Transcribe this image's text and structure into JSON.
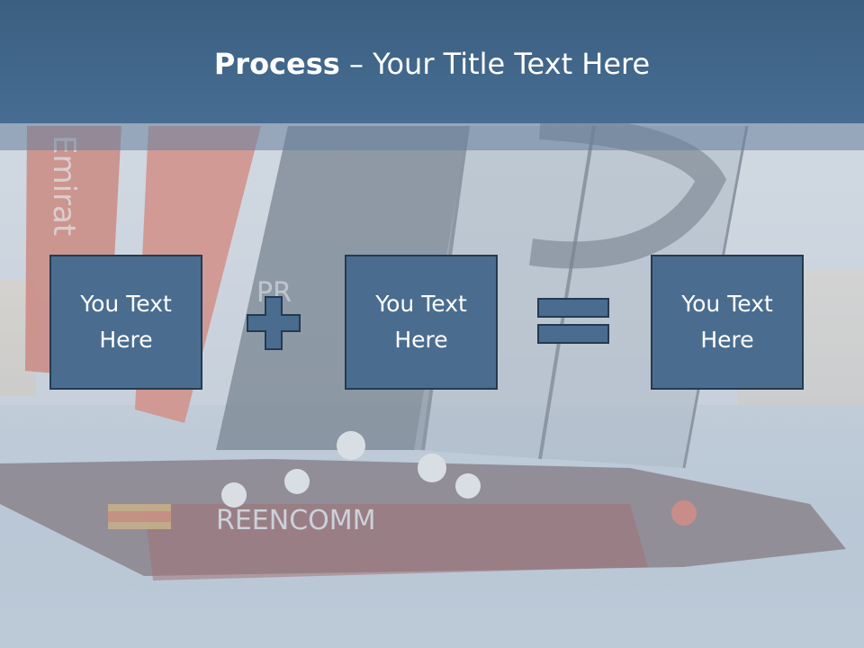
{
  "slide": {
    "title_bold": "Process",
    "title_rest": " – Your Title Text Here"
  },
  "boxes": [
    {
      "line1": "You Text",
      "line2": "Here"
    },
    {
      "line1": "You Text",
      "line2": "Here"
    },
    {
      "line1": "You Text",
      "line2": "Here"
    }
  ],
  "operators": {
    "first": "plus-icon",
    "second": "equals-icon"
  },
  "colors": {
    "title_band": "#3b5f80",
    "box_fill": "#4a6d8f",
    "box_border": "#233a52",
    "text": "#ffffff"
  },
  "background": {
    "photo_text": [
      "Emirat",
      "PR",
      "REENCOMM"
    ]
  }
}
